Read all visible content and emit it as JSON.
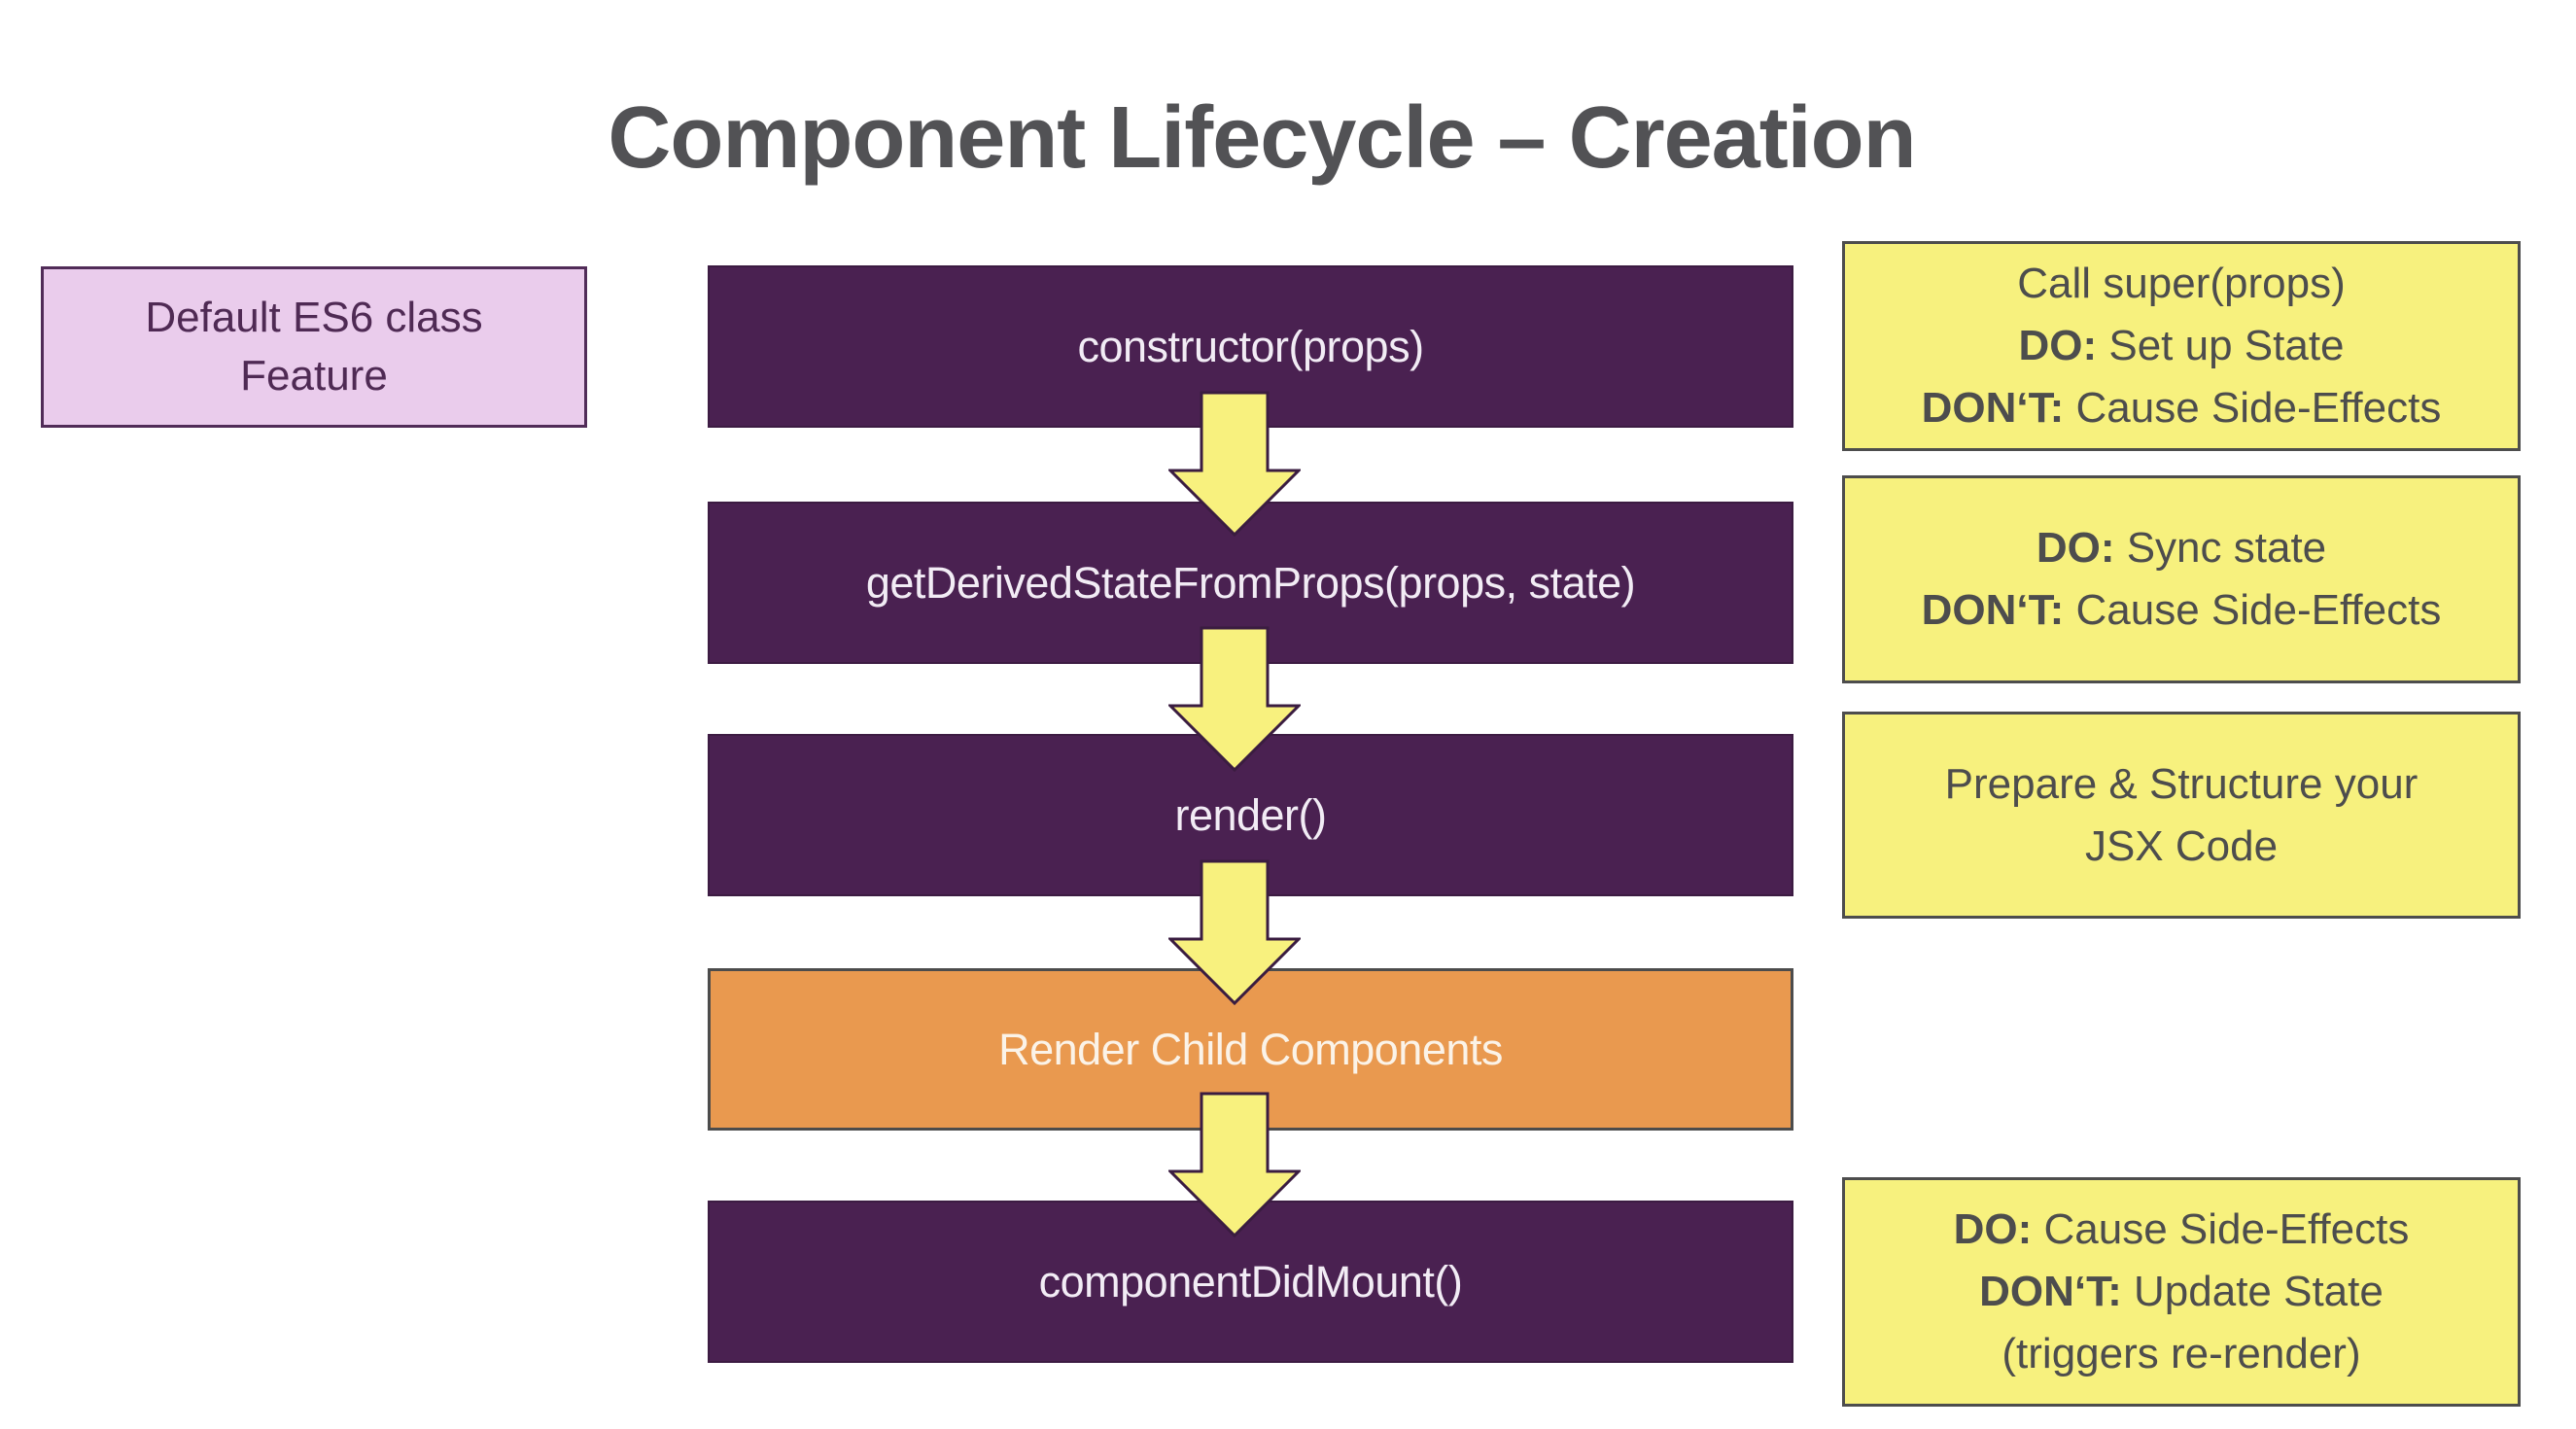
{
  "title": "Component Lifecycle – Creation",
  "side_label": {
    "lines": [
      "Default ES6 class",
      "Feature"
    ]
  },
  "steps": [
    {
      "label": "constructor(props)",
      "variant": "purple"
    },
    {
      "label": "getDerivedStateFromProps(props, state)",
      "variant": "purple"
    },
    {
      "label": "render()",
      "variant": "purple"
    },
    {
      "label": "Render Child Components",
      "variant": "orange"
    },
    {
      "label": "componentDidMount()",
      "variant": "purple"
    }
  ],
  "notes": [
    {
      "lines": [
        {
          "bold": "",
          "text": "Call super(props)"
        },
        {
          "bold": "DO:",
          "text": " Set up State"
        },
        {
          "bold": "DON‘T:",
          "text": " Cause Side-Effects"
        }
      ]
    },
    {
      "lines": [
        {
          "bold": "DO:",
          "text": " Sync state"
        },
        {
          "bold": "DON‘T:",
          "text": " Cause Side-Effects"
        }
      ]
    },
    {
      "lines": [
        {
          "bold": "",
          "text": "Prepare & Structure your"
        },
        {
          "bold": "",
          "text": "JSX Code"
        }
      ]
    },
    {
      "lines": [
        {
          "bold": "DO:",
          "text": " Cause Side-Effects"
        },
        {
          "bold": "DON‘T:",
          "text": " Update State"
        },
        {
          "bold": "",
          "text": "(triggers re-render)"
        }
      ]
    }
  ],
  "icons": {
    "flow_arrow": "down-arrow-icon"
  },
  "colors": {
    "background": "#FFFFFF",
    "title_text": "#525255",
    "step_purple": "#4A2151",
    "step_purple_text": "#F2ECF5",
    "step_orange": "#E9994F",
    "step_orange_text": "#FBF3E8",
    "note_yellow": "#F7F17E",
    "note_border": "#4D4D4D",
    "note_text": "#4D4D4D",
    "side_lavender": "#EACCEC",
    "side_border": "#512C58",
    "side_text": "#4F2A54",
    "arrow_yellow": "#F8F17E",
    "arrow_outline": "#3A1C40"
  }
}
